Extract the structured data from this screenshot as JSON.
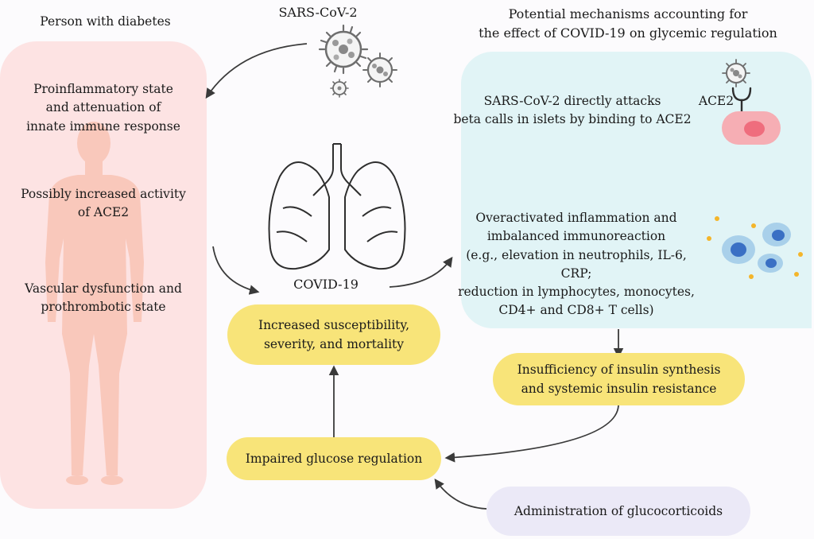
{
  "left_panel": {
    "title": "Person with diabetes",
    "items": [
      "Proinflammatory state\nand attenuation of\ninnate immune response",
      "Possibly increased activity\nof ACE2",
      "Vascular dysfunction and\nprothrombotic state"
    ]
  },
  "virus_label": "SARS-CoV-2",
  "covid_label": "COVID-19",
  "mechanisms": {
    "title": "Potential mechanisms accounting for\nthe effect of COVID-19 on glycemic regulation",
    "direct_attack": "SARS-CoV-2 directly attacks\nbeta calls in islets by binding to ACE2",
    "ace2_label": "ACE2",
    "inflammation": "Overactivated inflammation and\nimbalanced immunoreaction\n(e.g., elevation in neutrophils, IL-6, CRP;\nreduction in lymphocytes, monocytes,\nCD4+ and CD8+ T cells)"
  },
  "boxes": {
    "outcome": "Increased susceptibility,\nseverity, and mortality",
    "insulin": "Insufficiency of insulin synthesis\nand systemic insulin resistance",
    "glucose": "Impaired glucose regulation",
    "glucocorticoids": "Administration of glucocorticoids"
  },
  "colors": {
    "left_panel": "#fde3e3",
    "right_panel": "#e1f4f6",
    "highlight": "#f8e479",
    "glucocorticoid_box": "#ebe9f7",
    "body_silhouette": "#f9c8bb",
    "cell_blue": "#3a6fc4",
    "dot_orange": "#f4b52a"
  },
  "icons": [
    "virus-icon",
    "lungs-icon",
    "human-body-icon",
    "ace2-receptor-icon",
    "beta-cell-icon",
    "immune-cell-icon"
  ]
}
